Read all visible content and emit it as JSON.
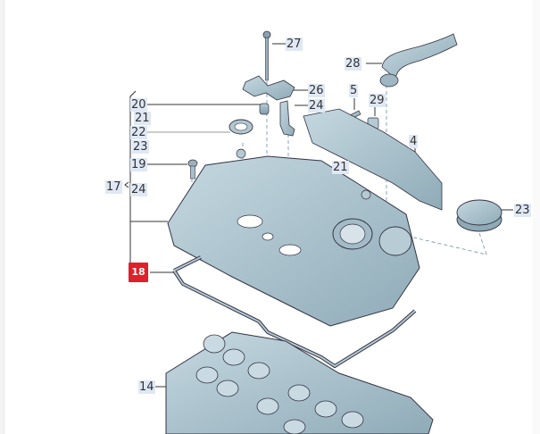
{
  "diagram": {
    "title": "Cylinder head cover exploded view",
    "accent_color": "#e0202a",
    "label_bg_color": "#dfe8f4",
    "part_fill_color": "#a9c1cc",
    "callouts": [
      {
        "id": "c27",
        "text": "27"
      },
      {
        "id": "c28",
        "text": "28"
      },
      {
        "id": "c26",
        "text": "26"
      },
      {
        "id": "c5",
        "text": "5"
      },
      {
        "id": "c29",
        "text": "29"
      },
      {
        "id": "c24a",
        "text": "24"
      },
      {
        "id": "c20",
        "text": "20"
      },
      {
        "id": "c21a",
        "text": "21"
      },
      {
        "id": "c22",
        "text": "22"
      },
      {
        "id": "c23a",
        "text": "23"
      },
      {
        "id": "c19",
        "text": "19"
      },
      {
        "id": "c17",
        "text": "17"
      },
      {
        "id": "c24b",
        "text": "24"
      },
      {
        "id": "c4",
        "text": "4"
      },
      {
        "id": "c21b",
        "text": "21"
      },
      {
        "id": "c23b",
        "text": "23"
      },
      {
        "id": "c18",
        "text": "18",
        "highlighted": true
      },
      {
        "id": "c14",
        "text": "14"
      }
    ],
    "parts": [
      "bolt-27",
      "bracket-26",
      "sensor-24",
      "breather-hose-28",
      "screw-5",
      "clip-29",
      "heat-shield-4",
      "seal-20",
      "seal-22",
      "bolt-19",
      "seal-21",
      "oil-filler-cap-23",
      "cylinder-head-cover-17",
      "gasket-18",
      "camshaft-housing-14"
    ]
  }
}
